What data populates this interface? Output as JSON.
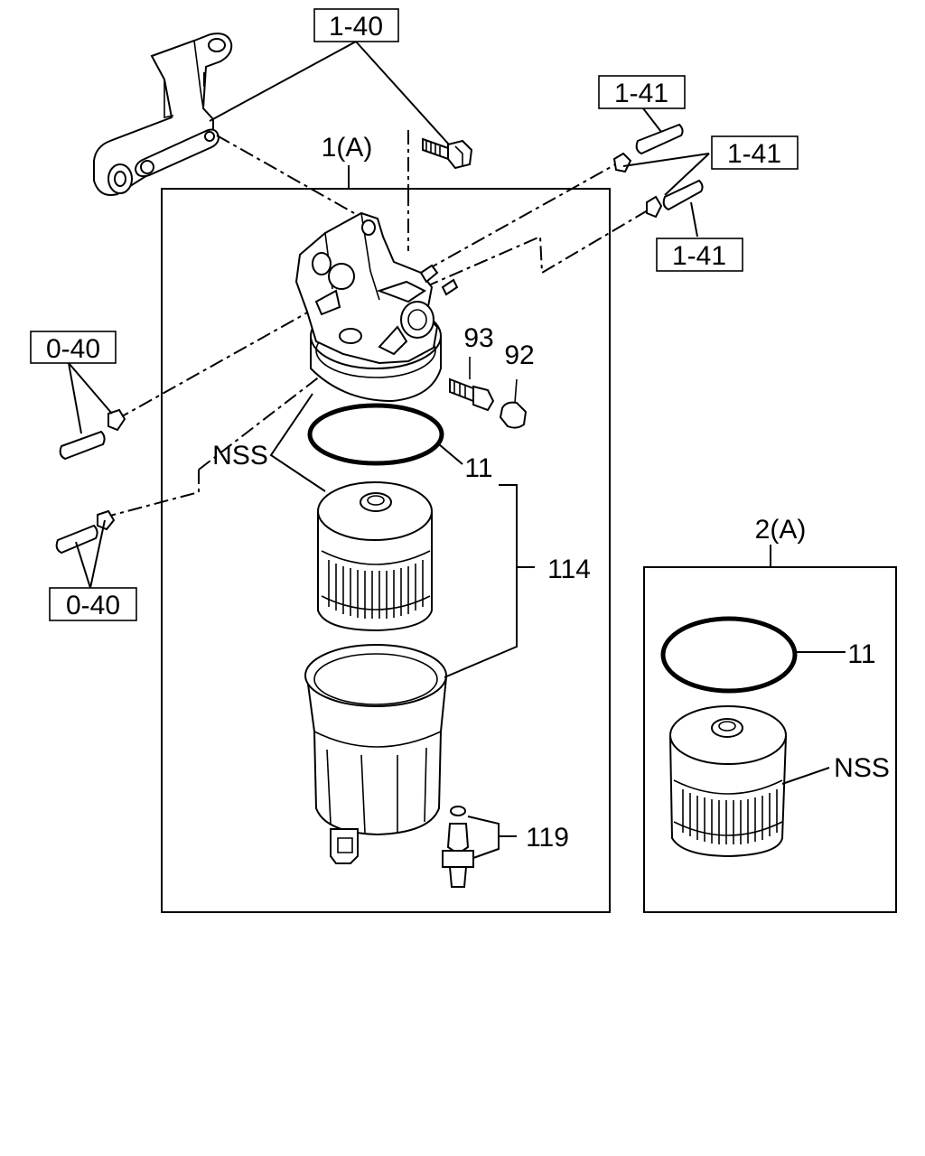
{
  "labels": {
    "ref_bracket_bolt": "1-40",
    "ref_pipe_top": "1-41",
    "ref_pipe_mid": "1-41",
    "ref_pipe_low": "1-41",
    "ref_pipe_left_top": "0-40",
    "ref_pipe_left_low": "0-40",
    "assembly_1": "1(A)",
    "assembly_2": "2(A)",
    "part_93": "93",
    "part_92": "92",
    "part_nss_main": "NSS",
    "part_11_main": "11",
    "part_114": "114",
    "part_119": "119",
    "part_11_kit": "11",
    "part_nss_kit": "NSS"
  }
}
